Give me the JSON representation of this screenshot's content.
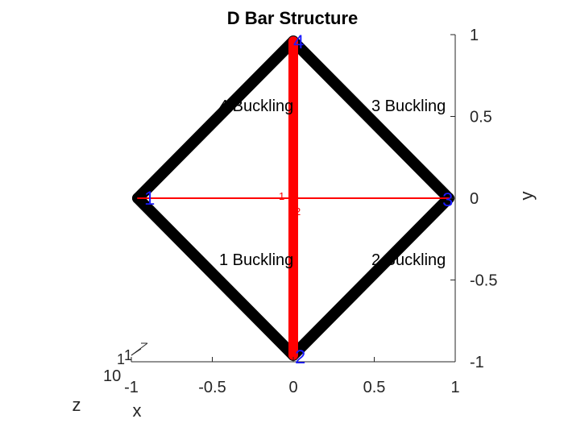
{
  "chart_data": {
    "type": "truss-structure",
    "title": "D Bar Structure",
    "xlabel": "x",
    "ylabel": "y",
    "zlabel": "z",
    "xlim": [
      -1,
      1
    ],
    "ylim": [
      -1,
      1
    ],
    "x_ticks": [
      "-1",
      "-0.5",
      "0",
      "0.5",
      "1"
    ],
    "y_ticks": [
      "1",
      "0.5",
      "0",
      "-0.5",
      "-1"
    ],
    "z_tick_fragments": [
      "10",
      "1",
      "1"
    ],
    "grid": false,
    "colors": {
      "buckling_bar": "#000000",
      "tension_bar": "#ff0000",
      "node_label": "#1a1aff"
    },
    "nodes": [
      {
        "id": "1",
        "x": -0.96,
        "y": 0
      },
      {
        "id": "2",
        "x": 0,
        "y": -0.96
      },
      {
        "id": "3",
        "x": 0.96,
        "y": 0
      },
      {
        "id": "4",
        "x": 0,
        "y": 0.96
      }
    ],
    "bars": [
      {
        "from": "1",
        "to": "2",
        "label": "1 Buckling",
        "color": "#000000"
      },
      {
        "from": "2",
        "to": "3",
        "label": "2 Buckling",
        "color": "#000000"
      },
      {
        "from": "3",
        "to": "4",
        "label": "3 Buckling",
        "color": "#000000"
      },
      {
        "from": "4",
        "to": "1",
        "label": "4 Buckling",
        "color": "#000000"
      },
      {
        "from": "2",
        "to": "4",
        "label": "",
        "color": "#ff0000"
      },
      {
        "from": "1",
        "to": "3",
        "label": "",
        "color": "#ff0000"
      }
    ],
    "center_labels": [
      "1",
      "2"
    ]
  }
}
